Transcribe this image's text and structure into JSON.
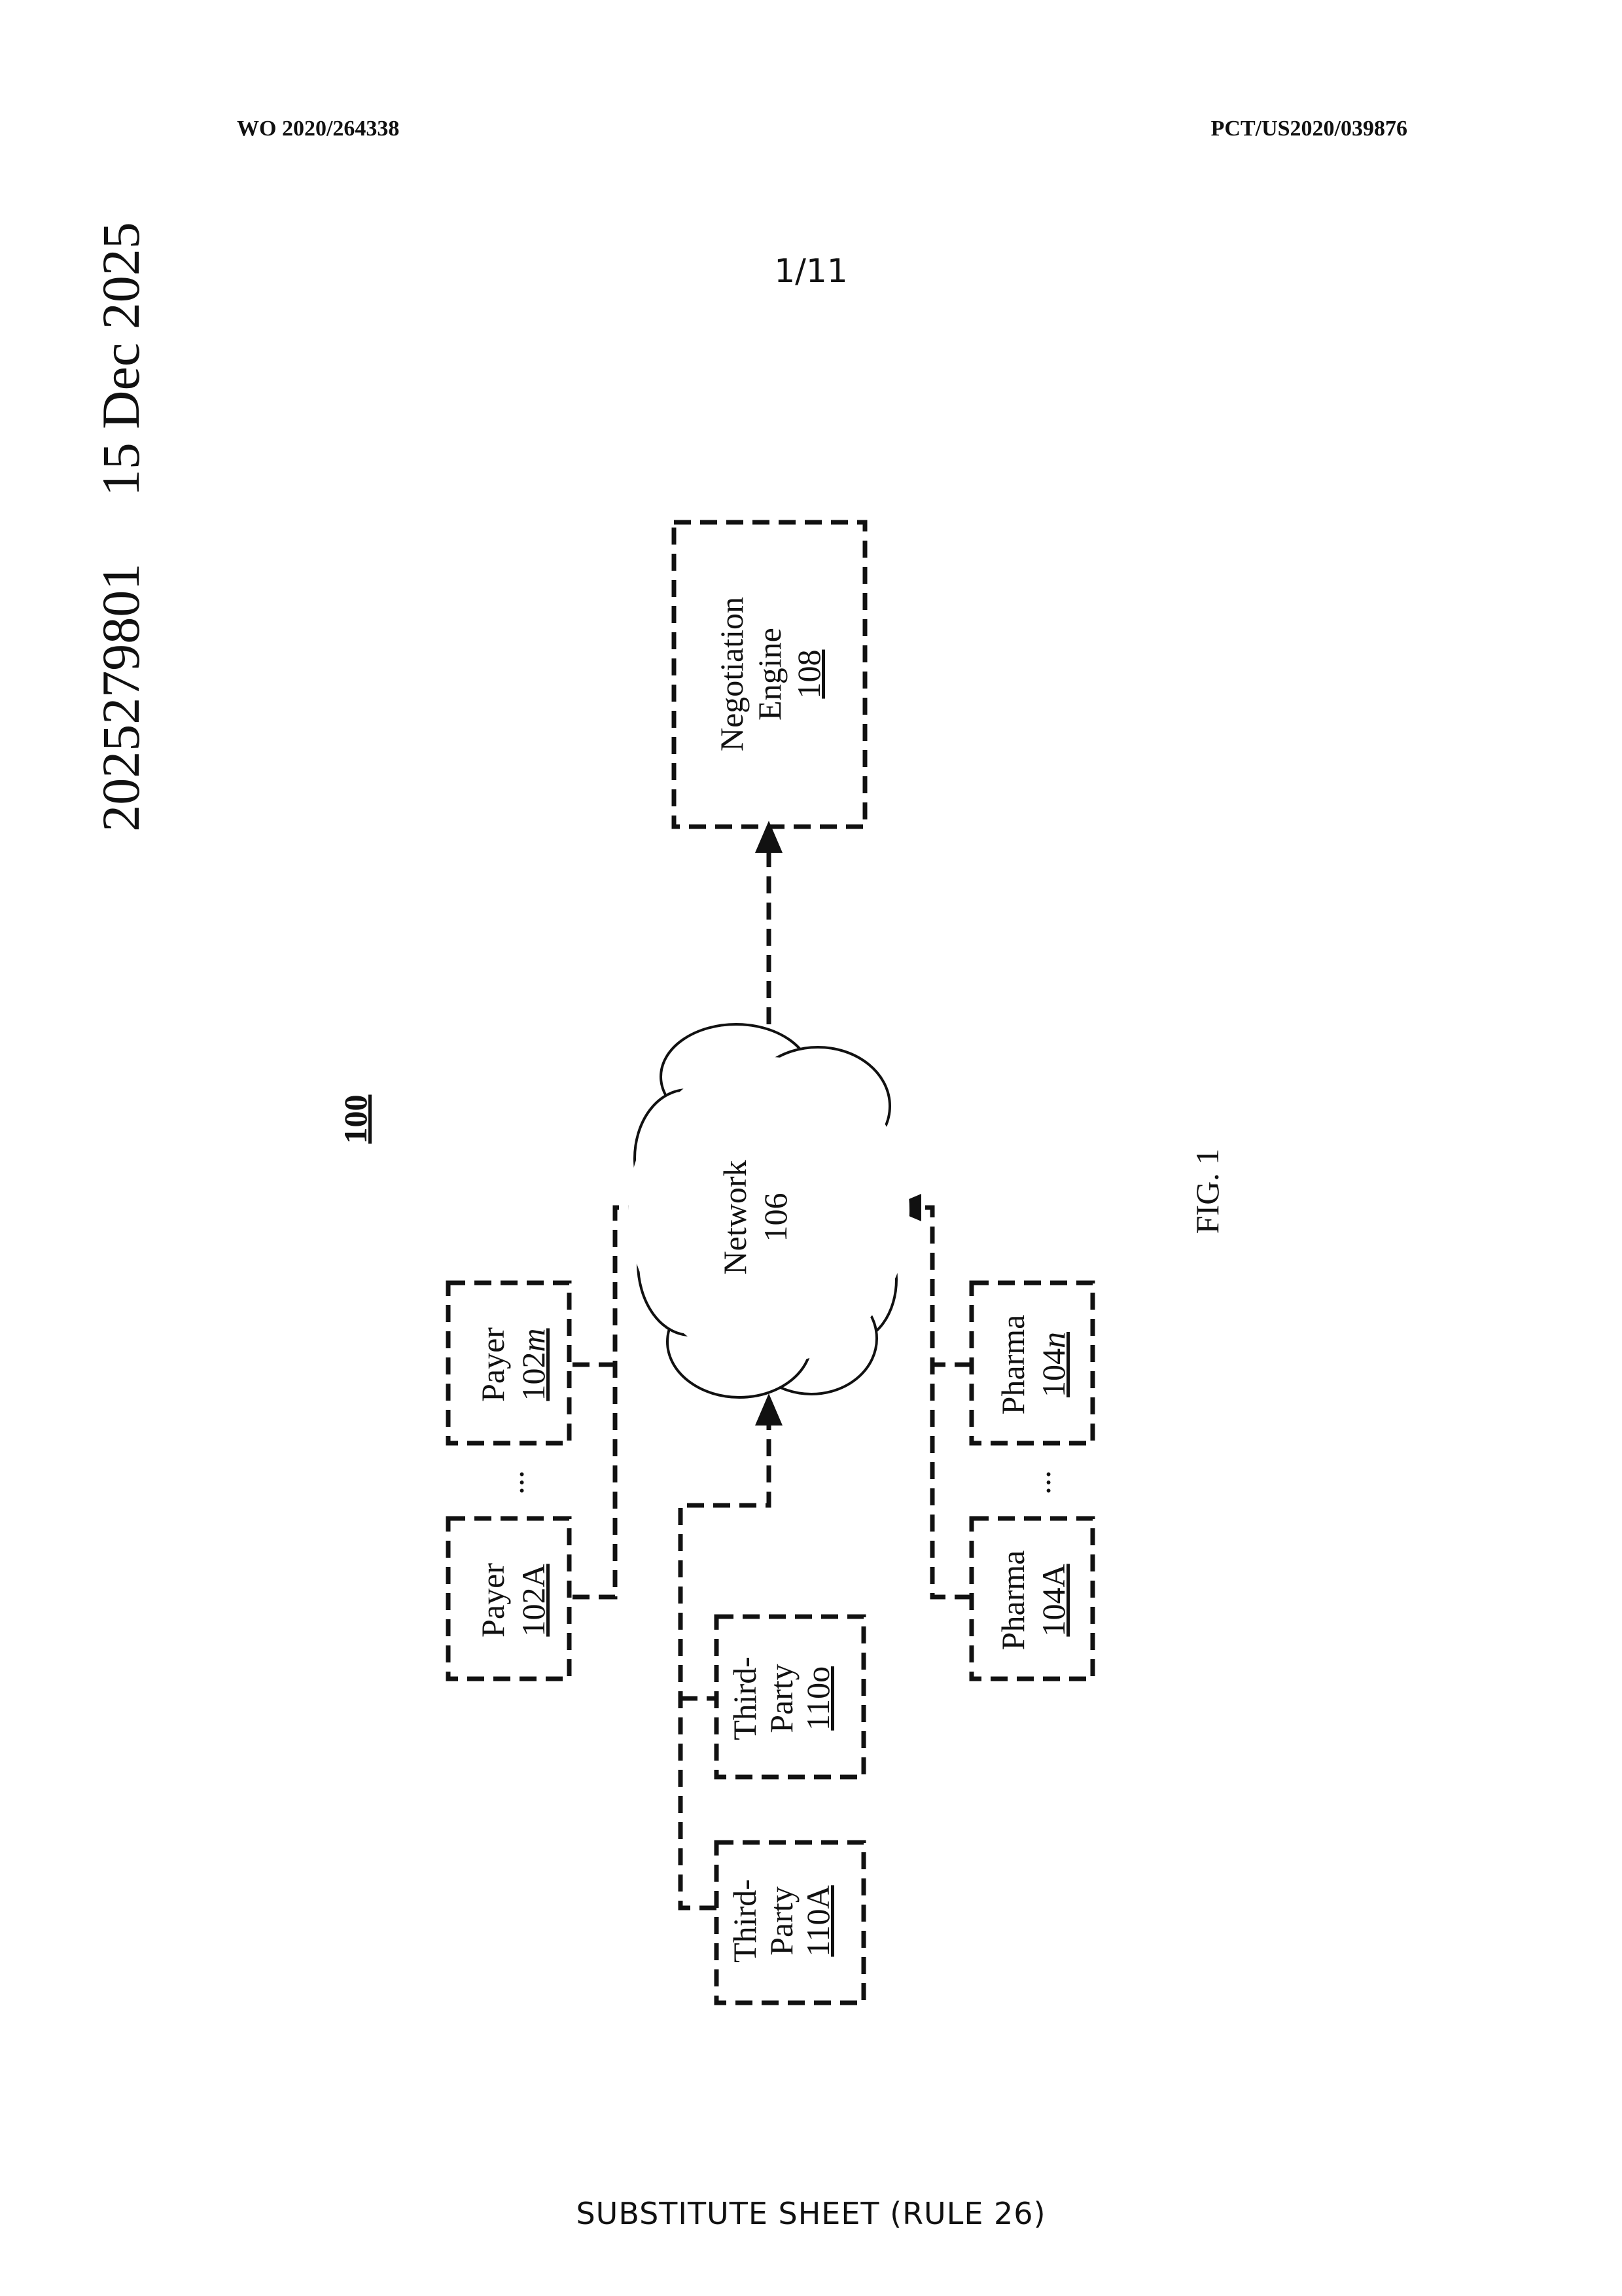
{
  "header": {
    "left": "WO 2020/264338",
    "right": "PCT/US2020/039876"
  },
  "side_stamp": {
    "number": "2025279801",
    "date": "15 Dec 2025"
  },
  "sheet_number": "1/11",
  "figure": {
    "ref": "100",
    "caption": "FIG. 1",
    "ellipsis": "...",
    "network": {
      "name": "Network",
      "ref": "106"
    },
    "engine": {
      "line1": "Negotiation",
      "line2": "Engine",
      "ref": "108"
    },
    "payer_a": {
      "name": "Payer",
      "ref": "102A"
    },
    "payer_m": {
      "name": "Payer",
      "ref_prefix": "102",
      "ref_suffix": "m"
    },
    "pharma_a": {
      "name": "Pharma",
      "ref": "104A"
    },
    "pharma_n": {
      "name": "Pharma",
      "ref_prefix": "104",
      "ref_suffix": "n"
    },
    "third_o": {
      "line1": "Third-",
      "line2": "Party",
      "ref": "110o"
    },
    "third_a": {
      "line1": "Third-",
      "line2": "Party",
      "ref": "110A"
    }
  },
  "footer": "SUBSTITUTE SHEET (RULE 26)"
}
